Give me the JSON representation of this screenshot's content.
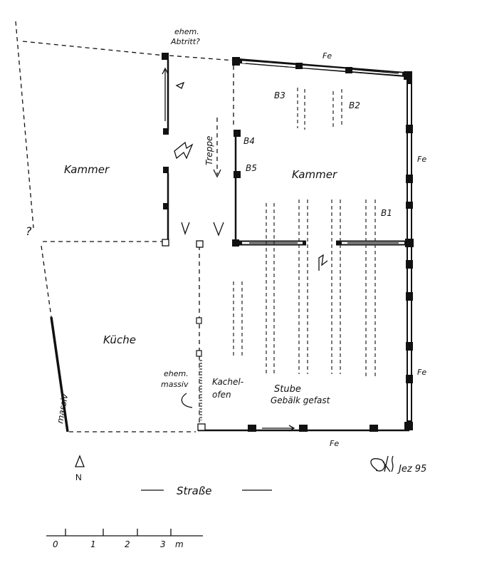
{
  "plan": {
    "rooms": {
      "kammer_left": "Kammer",
      "kammer_right": "Kammer",
      "kueche": "Küche",
      "stube": "Stube",
      "stube_note": "Gebälk gefast"
    },
    "labels": {
      "abtritt_line1": "ehem.",
      "abtritt_line2": "Abtritt?",
      "treppe": "Treppe",
      "massiv": "massiv",
      "ehem_massiv_line1": "ehem.",
      "ehem_massiv_line2": "massiv",
      "kachelofen_line1": "Kachel-",
      "kachelofen_line2": "ofen",
      "question_mark": "?",
      "strasse": "Straße",
      "north": "N",
      "signature_date": "Jez 95"
    },
    "beams": [
      "B1",
      "B2",
      "B3",
      "B4",
      "B5"
    ],
    "window_mark": "Fe",
    "scale": {
      "ticks": [
        "0",
        "1",
        "2",
        "3"
      ],
      "unit": "m"
    }
  }
}
